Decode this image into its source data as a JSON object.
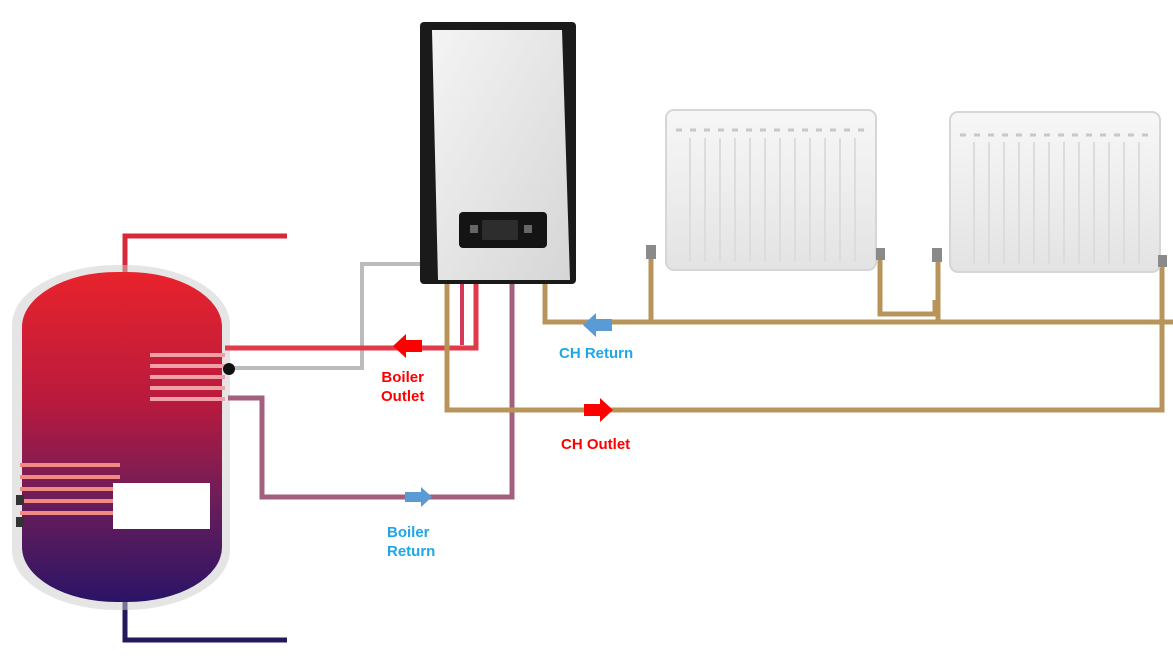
{
  "colors": {
    "hot": "#ff0000",
    "cold": "#5b9bd5",
    "return_label": "#1fa6e8",
    "outlet_label": "#ff0000",
    "ch_pipe": "#b8945a",
    "boiler_return_pipe": "#a3607e",
    "cylinder_top": "#e0242e",
    "cylinder_bottom": "#2c1566"
  },
  "labels": {
    "boiler_outlet_line1": "Boiler",
    "boiler_outlet_line2": "Outlet",
    "ch_return": "CH Return",
    "ch_outlet": "CH Outlet",
    "boiler_return_line1": "Boiler",
    "boiler_return_line2": "Return"
  },
  "icons": {
    "boiler_outlet_arrow": "arrow-left-icon",
    "ch_return_arrow": "arrow-left-icon",
    "ch_outlet_arrow": "arrow-right-icon",
    "boiler_return_arrow": "arrow-right-icon"
  }
}
